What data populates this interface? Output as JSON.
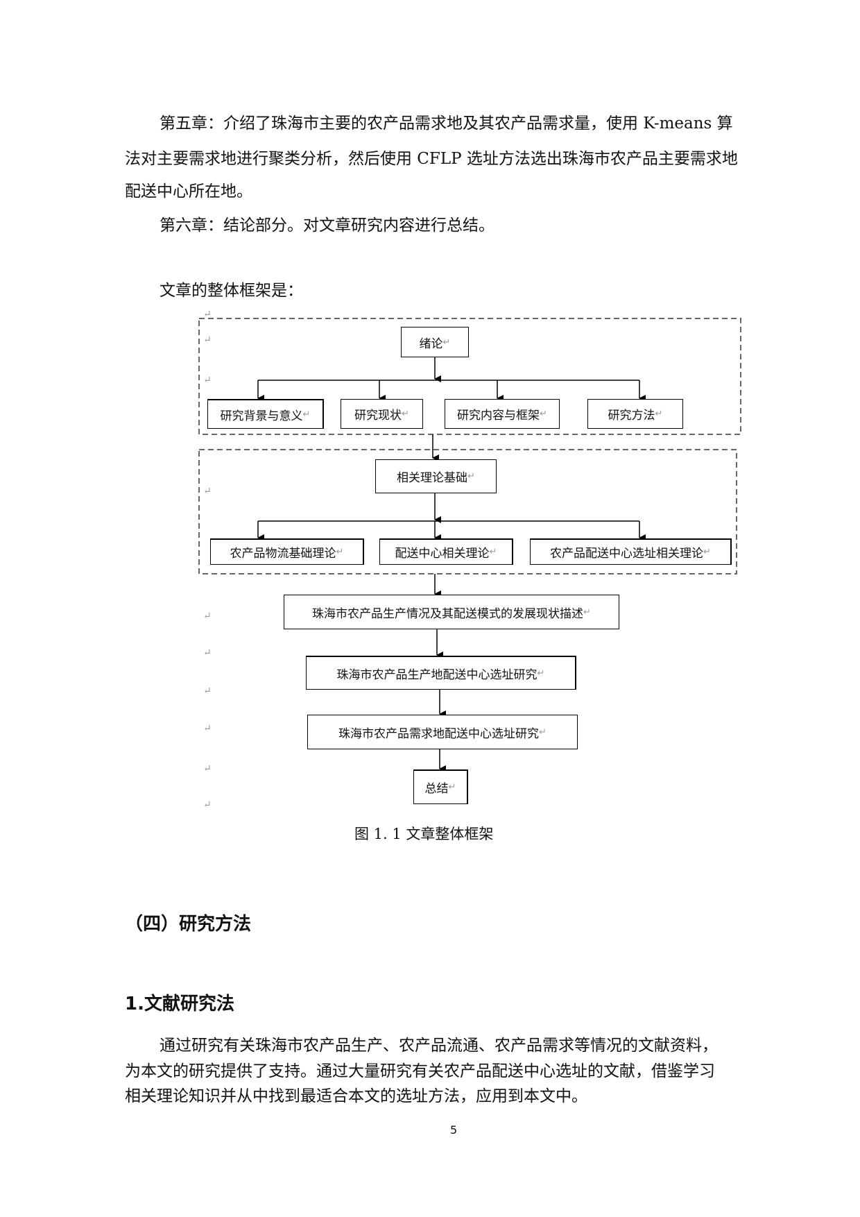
{
  "body": {
    "para1": [
      "第五章：介绍了珠海市主要的农产品需求地及其农产品需求量，使用 K-means 算",
      "法对主要需求地进行聚类分析，然后使用 CFLP 选址方法选出珠海市农产品主要需求地",
      "配送中心所在地。"
    ],
    "para2": "第六章：结论部分。对文章研究内容进行总结。",
    "intro": "文章的整体框架是："
  },
  "diagram": {
    "return_mark": "↵",
    "top": "绪论",
    "row1": [
      "研究背景与意义",
      "研究现状",
      "研究内容与框架",
      "研究方法"
    ],
    "mid": "相关理论基础",
    "row2": [
      "农产品物流基础理论",
      "配送中心相关理论",
      "农产品配送中心选址相关理论"
    ],
    "chain": [
      "珠海市农产品生产情况及其配送模式的发展现状描述",
      "珠海市农产品生产地配送中心选址研究",
      "珠海市农产品需求地配送中心选址研究",
      "总结"
    ]
  },
  "caption": "图 1. 1 文章整体框架",
  "section": "（四）研究方法",
  "subsection": "1.文献研究法",
  "para3": [
    "通过研究有关珠海市农产品生产、农产品流通、农产品需求等情况的文献资料，",
    "为本文的研究提供了支持。通过大量研究有关农产品配送中心选址的文献，借鉴学习",
    "相关理论知识并从中找到最适合本文的选址方法，应用到本文中。"
  ],
  "page_number": "5"
}
